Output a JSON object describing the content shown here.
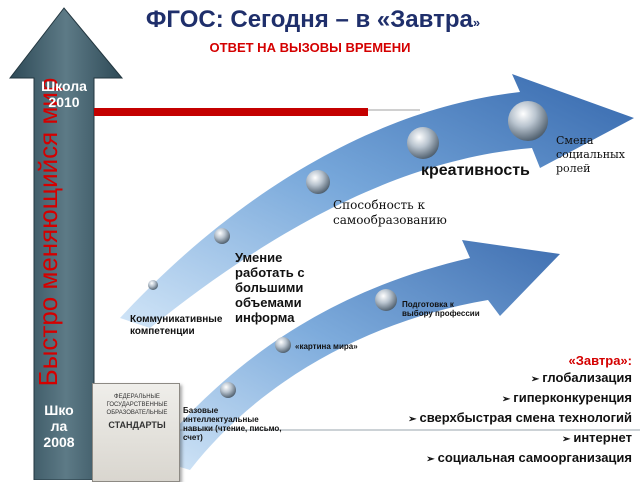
{
  "header": {
    "title_main": "ФГОС: Сегодня – в «Завтра",
    "title_end": "»",
    "subtitle": "ОТВЕТ НА ВЫЗОВЫ ВРЕМЕНИ"
  },
  "side": {
    "vertical_label": "Быстро меняющийся мир",
    "school_top": "Школа 2010",
    "school_bottom": "Шко ла 2008"
  },
  "upper_arrow": {
    "creativity": "креативность",
    "roles": "Смена социальных ролей",
    "self_education": "Способность к самообразованию",
    "big_data": "Умение работать с большими объемами информа",
    "communicative": "Коммуникативные компетенции"
  },
  "lower_arrow": {
    "profession": "Подготовка к выбору профессии",
    "worldview": "«картина мира»",
    "basic_skills": "Базовые интеллектуальные навыки (чтение, письмо, счет)"
  },
  "tomorrow": {
    "heading": "«Завтра»:",
    "items": [
      "глобализация",
      "гиперконкуренция",
      "сверхбыстрая смена технологий",
      "интернет",
      "социальная самоорганизация"
    ]
  },
  "book": {
    "line1": "ФЕДЕРАЛЬНЫЕ",
    "line2": "ГОСУДАРСТВЕННЫЕ",
    "line3": "ОБРАЗОВАТЕЛЬНЫЕ",
    "line4": "СТАНДАРТЫ"
  },
  "colors": {
    "title": "#1f2f6b",
    "accent_red": "#d40000",
    "side_arrow": "#3f5a66",
    "curve": "#3a6fb3"
  }
}
